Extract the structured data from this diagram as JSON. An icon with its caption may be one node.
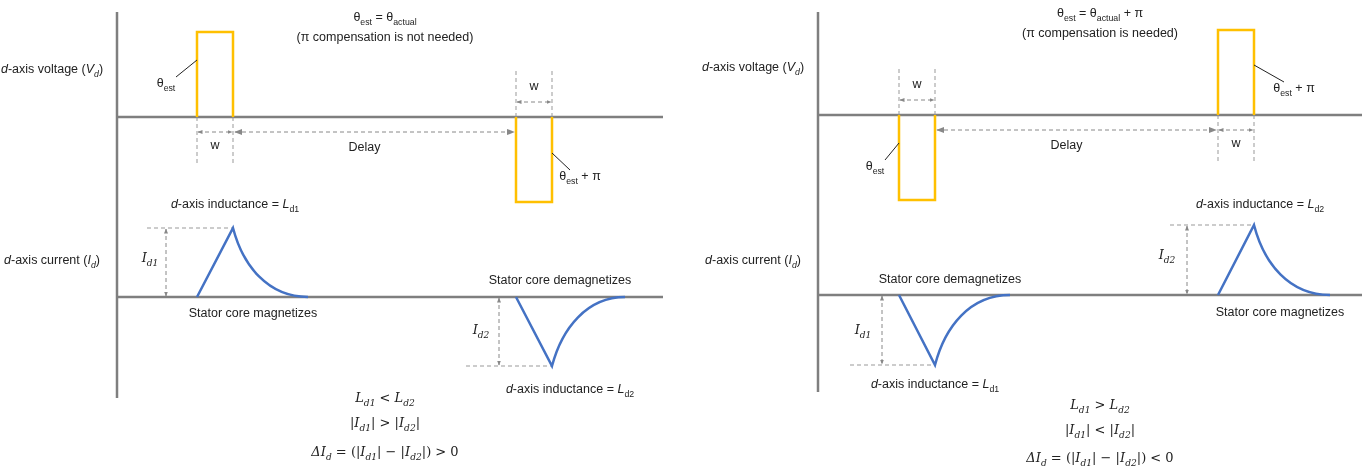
{
  "diagram": {
    "nodes": [
      {
        "text": [
          "θ$_{est}$"
        ]
      },
      {
        "text": [],
        "shape": "bar",
        "beside": [
          "w"
        ]
      },
      {
        "text": [
          "θ$_{est}$ + π"
        ]
      },
      {
        "text": [],
        "shape": "bar",
        "beside": [
          "w"
        ]
      },
      {
        "text": [
          "θ$_{est}$"
        ]
      },
      {
        "text": [],
        "shape": "bar",
        "beside": [
          "w"
        ]
      },
      {
        "text": [
          "θ$_{est}$ + π"
        ]
      },
      {
        "text": [],
        "shape": "bar",
        "beside": [
          "w"
        ]
      }
    ],
    "edges": [
      {
        "from": 0,
        "to": 1,
        "arrow": "none"
      },
      {
        "from": 1,
        "to": 3,
        "arrow": "both",
        "label": "Delay",
        "style": "dashed",
        "color": "#888888"
      },
      {
        "from": 2,
        "to": 3,
        "arrow": "none"
      },
      {
        "from": 4,
        "to": 5,
        "arrow": "none"
      },
      {
        "from": 5,
        "to": 7,
        "arrow": "both",
        "label": "Delay",
        "style": "dashed",
        "color": "#888888"
      },
      {
        "from": 6,
        "to": 7,
        "arrow": "none"
      }
    ],
    "labels": [
      "θ$_{est}$ = θ$_{actual}$",
      "(π compensation is not needed)",
      "*d*-axis voltage (*V*$_{d}$)",
      "*d*-axis inductance = *L*$_{d1}$",
      "*d*-axis current (*I*$_{d}$)",
      "*I*$_{d1}$",
      "Stator core magnetizes",
      "Stator core demagnetizes",
      "*I*$_{d2}$",
      "*d*-axis inductance = *L*$_{d2}$",
      "*L*$_{d1}$ < *L*$_{d2}$",
      "|*I*$_{d1}$| > |*I*$_{d2}$|",
      "*ΔI*$_{d}$ = (|*I*$_{d1}$| − |*I*$_{d2}$|) > 0",
      "θ$_{est}$ = θ$_{actual}$ + π",
      "(π compensation is needed)",
      "*d*-axis voltage (*V*$_{d}$)",
      "*d*-axis inductance = *L*$_{d2}$",
      "*d*-axis current (*I*$_{d}$)",
      "*I*$_{d2}$",
      "Stator core demagnetizes",
      "Stator core magnetizes",
      "*I*$_{d1}$",
      "*d*-axis inductance = *L*$_{d1}$",
      "*L*$_{d1}$ > *L*$_{d2}$",
      "|*I*$_{d1}$| < |*I*$_{d2}$|",
      "*ΔI*$_{d}$ = (|*I*$_{d1}$| − |*I*$_{d2}$|) < 0"
    ]
  }
}
